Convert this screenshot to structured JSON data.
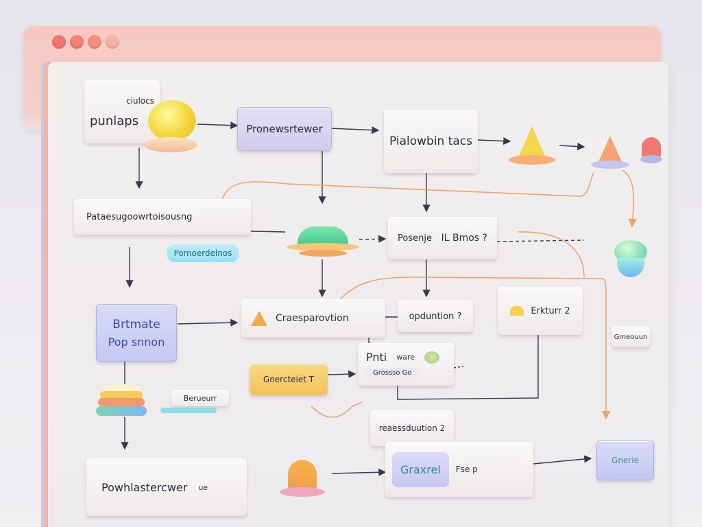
{
  "window": {
    "dots": [
      "#f2776b",
      "#f5826f",
      "#f58f7c",
      "#f7b3a6"
    ]
  },
  "nodes": {
    "n1_top": "ciulocs",
    "n1_main": "punlaps",
    "n2": "Pronewsrtewer",
    "n3": "Pialowbin tacs",
    "n4": "Pataesugoowrtoisousng",
    "n4_pill": "Pomoerdelnos",
    "n5_left": "Posenje",
    "n5_right": "IL Bmos ?",
    "n6_line1": "Brtmate",
    "n6_line2": "Pop snnon",
    "n7": "Craesparovtion",
    "n8": "opduntion ?",
    "n9": "Erkturr 2",
    "n10": "Gmeouun",
    "n11": "Pnti",
    "n11_sub": "ware",
    "n11_pill": "Grossso Go",
    "n12": "Gnercteiet T",
    "n13": "Berueurr",
    "n14": "reaessduution 2",
    "n15": "Powhlastercwer",
    "n15_suffix": "ue",
    "n16": "Graxrel",
    "n16_suffix": "Fse p",
    "n17": "Gnerie"
  },
  "colors": {
    "accent_lavender": "#c8c6ee",
    "accent_gold": "#f2c35c",
    "accent_peach": "#f4b08a",
    "connector": "#3a3550",
    "curve": "#e9a56b"
  },
  "icons": [
    "yellow-sphere-icon",
    "cone-icon",
    "cake-icon",
    "gem-icon",
    "stack-icon"
  ]
}
